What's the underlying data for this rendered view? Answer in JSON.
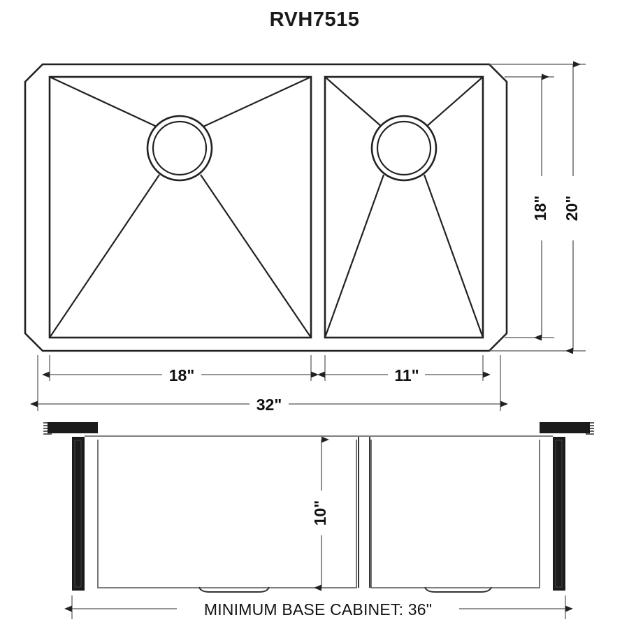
{
  "title": "RVH7515",
  "views": {
    "top": {
      "name": "top-view",
      "bowls": [
        {
          "id": "left-bowl",
          "width_label": "18\""
        },
        {
          "id": "right-bowl",
          "width_label": "11\""
        }
      ]
    },
    "front": {
      "name": "front-section-view"
    }
  },
  "dimensions": {
    "bowl_left_width": "18\"",
    "bowl_right_width": "11\"",
    "overall_width": "32\"",
    "inner_depth_front_back": "18\"",
    "overall_depth_front_back": "20\"",
    "bowl_depth": "10\"",
    "base_cabinet_note": "MINIMUM BASE CABINET: 36\""
  },
  "colors": {
    "line": "#222222",
    "thin_line": "#555555",
    "solid_fill": "#1b1b1b",
    "text": "#111111",
    "background": "#ffffff"
  }
}
